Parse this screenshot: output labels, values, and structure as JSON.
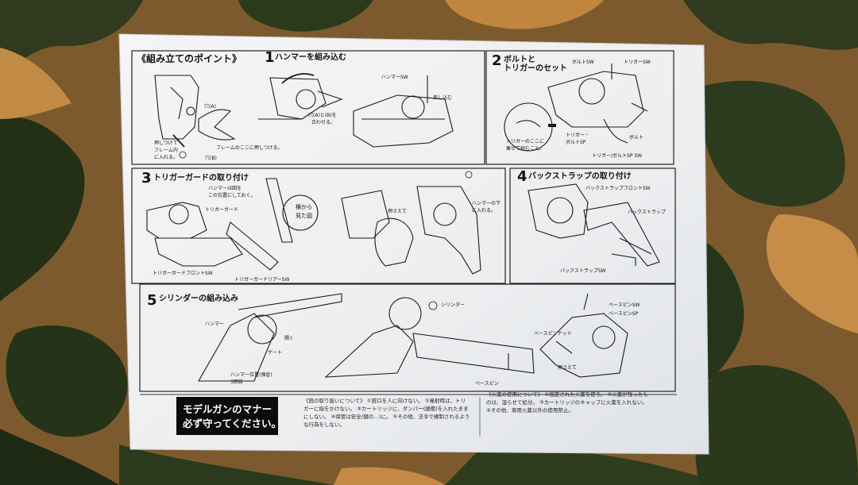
{
  "sheet": {
    "header_title": "《組み立てのポイント》",
    "steps": [
      {
        "num": "1",
        "title": "ハンマーを組み込む"
      },
      {
        "num": "2",
        "title": "ボルトと\nトリガーのセット"
      },
      {
        "num": "3",
        "title": "トリガーガードの取り付け"
      },
      {
        "num": "4",
        "title": "バックストラップの取り付け"
      },
      {
        "num": "5",
        "title": "シリンダーの組み込み"
      }
    ],
    "labels": {
      "s1_hole_a": "穴(A)",
      "s1_push": "押しつけて",
      "s1_frame": "フレーム内",
      "s1_insert": "に入れる。",
      "s1_frame_attach": "フレームのここに押しつける。",
      "s1_hole_b": "穴(B)",
      "s1_align1": "穴(A)と(B)を",
      "s1_align2": "合わせる。",
      "s1_hammer_sw": "ハンマーSW",
      "s1_insert2": "差し込む",
      "s2_bolt_sw": "ボルトSW",
      "s2_trigger_sw": "トリガーSW",
      "s2_bolt": "ボルト",
      "s2_trigger_bolt_sp": "トリガー/ボルトSP SW",
      "s2_trigger_here1": "トリガーのここに",
      "s2_trigger_here2": "乗せて組むこと。",
      "s2_trigger_bolt": "トリガー・",
      "s2_bolt_sp": "ボルトSP",
      "s3_hammer_pos1": "ハンマーは図を",
      "s3_hammer_pos2": "この位置にしておく。",
      "s3_trigger_guard": "トリガーガード",
      "s3_from_side1": "横から",
      "s3_from_side2": "見た図",
      "s3_tg_front_sw": "トリガーガードフロントSW",
      "s3_tg_rear_sw": "トリガーガードリアーSW",
      "s3_press": "押さえて",
      "s3_hammer_down": "ハンマーの下",
      "s3_insert": "に入れる。",
      "s4_bs_front_sw": "バックストラップフロントSW",
      "s4_backstrap": "バックストラップ",
      "s4_bs_sw": "バックストラップSW",
      "s5_cylinder": "シリンダー",
      "s5_hammer": "ハンマー",
      "s5_gate": "ゲート",
      "s5_open": "開く",
      "s5_hammer_pos1": "ハンマー位置(弾倉)",
      "s5_hammer_pos2": "3回目",
      "s5_base_pin": "ベースピン",
      "s5_base_pin_sw": "ベースピンSW",
      "s5_base_pin_spring": "ベースピンSP",
      "s5_base_pin_nut": "ベースピンナット",
      "s5_press2": "押さえて"
    },
    "manner_line1": "モデルガンのマナー",
    "manner_line2": "必ず守ってください。",
    "note_left": "《銃の取り扱いについて》 ①銃口を人に向けない。 ②発射時は、トリガーに指をかけない。 ③カートリッジに、ダンパー(緩衝)を入れたままにしない。 ④保管は安全(鍵の…)に。 ⑤その他、法令で規制されるような行為をしない。",
    "note_right": "《火薬の使用について》 ①指定された火薬を使う。 ②火薬が残ったものは、湿らせて処分。 ③カートリッジのキャップに火薬を入れない。 ④その他、専用火薬以外の使用禁止。"
  }
}
